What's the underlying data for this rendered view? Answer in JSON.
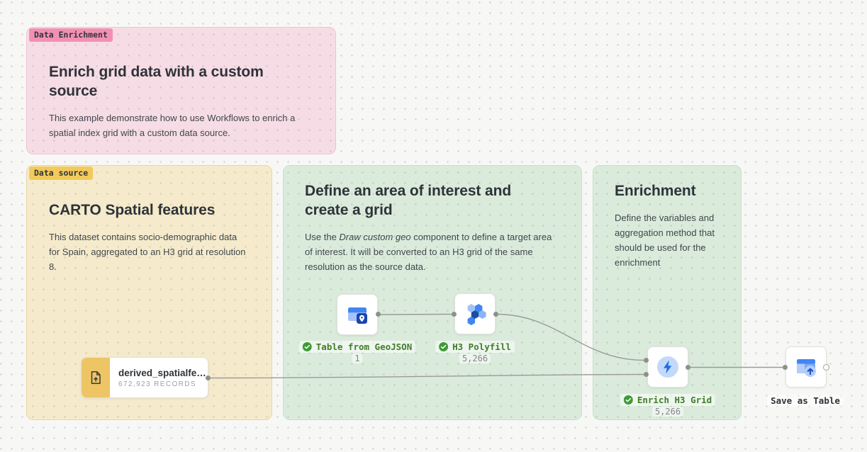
{
  "annotations": [
    {
      "tag": "Data Enrichment",
      "title": "Enrich grid data with a custom source",
      "description": "This example demonstrate how to use Workflows to enrich a spatial index grid with a custom data source."
    },
    {
      "tag": "Data source",
      "title": "CARTO Spatial features",
      "description": "This dataset contains socio-demographic data for Spain, aggregated to an H3 grid at resolution 8."
    },
    {
      "title": "Define an area of interest and create a grid",
      "description_pre": "Use the ",
      "description_italic": "Draw custom geo",
      "description_post": " component to define a target area of interest. It will be converted to an H3 grid of the same resolution as the source data."
    },
    {
      "title": "Enrichment",
      "description": "Define the variables and aggregation method that should be used for the enrichment"
    }
  ],
  "nodes": {
    "source": {
      "title": "derived_spatialfe…",
      "subtitle": "672,923 RECORDS",
      "icon": "file-upload-icon"
    },
    "table_from_geojson": {
      "label": "Table from GeoJSON",
      "count": "1",
      "status": "success",
      "icon": "table-pin-icon"
    },
    "h3_polyfill": {
      "label": "H3 Polyfill",
      "count": "5,266",
      "status": "success",
      "icon": "hexagons-icon"
    },
    "enrich_h3_grid": {
      "label": "Enrich H3 Grid",
      "count": "5,266",
      "status": "success",
      "icon": "bolt-icon"
    },
    "save_as_table": {
      "label": "Save as Table",
      "icon": "table-upload-icon"
    }
  },
  "colors": {
    "canvas_bg": "#f7f8f6",
    "dot": "#d4d4cf",
    "pink_fill": "#f8dce8",
    "pink_tag_bg": "#f290b3",
    "yellow_fill": "#f6ead0",
    "yellow_tag_bg": "#f2ca5c",
    "green_fill": "#dcedde",
    "node_amber": "#edc564",
    "label_green": "#3e7e28",
    "success_green": "#3f9b35",
    "wire_gray": "#9b9b97",
    "icon_blue": "#4285f4",
    "icon_blue_dark": "#174ea6",
    "icon_blue_light": "#a4c4f9"
  }
}
